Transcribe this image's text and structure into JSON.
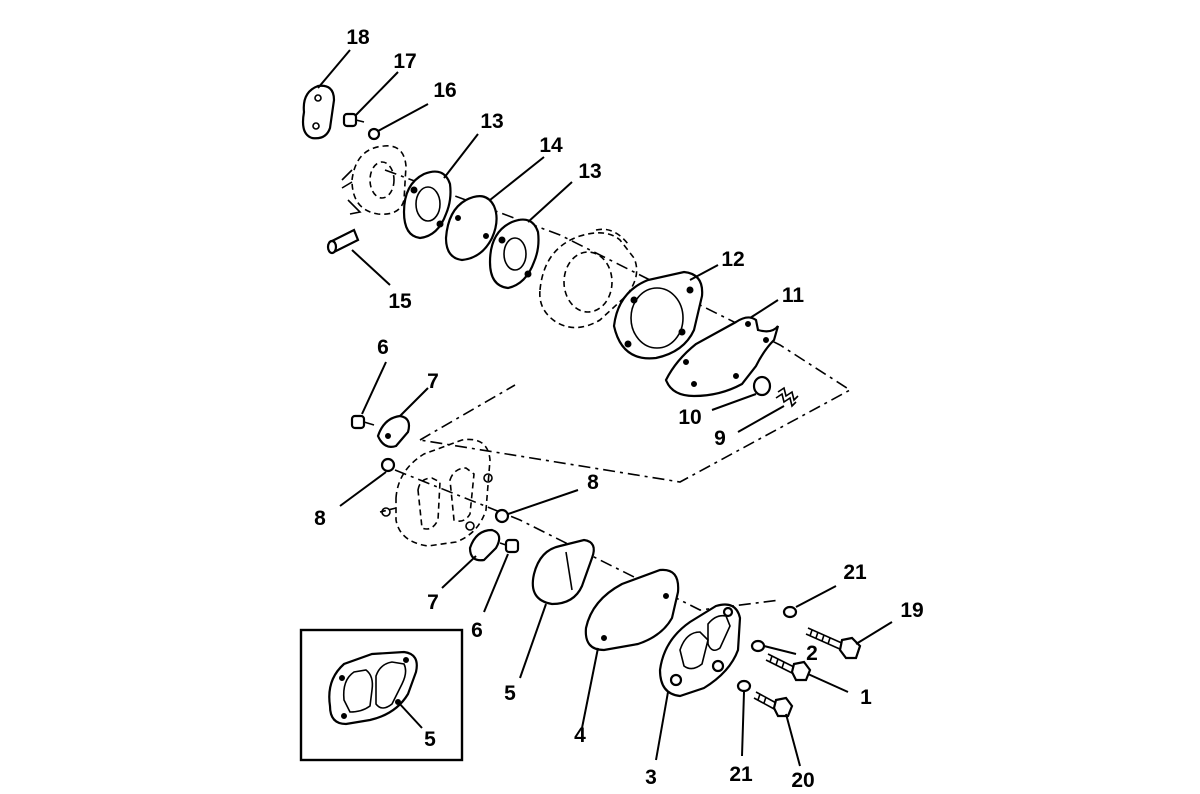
{
  "labels": {
    "l18": "18",
    "l17": "17",
    "l16": "16",
    "l13a": "13",
    "l14": "14",
    "l13b": "13",
    "l15": "15",
    "l12": "12",
    "l11": "11",
    "l10": "10",
    "l9": "9",
    "l6a": "6",
    "l7a": "7",
    "l8a": "8",
    "l8b": "8",
    "l7b": "7",
    "l6b": "6",
    "l5a": "5",
    "l4": "4",
    "l3": "3",
    "l21a": "21",
    "l21b": "21",
    "l19": "19",
    "l2": "2",
    "l1": "1",
    "l20": "20",
    "l5inset": "5"
  }
}
